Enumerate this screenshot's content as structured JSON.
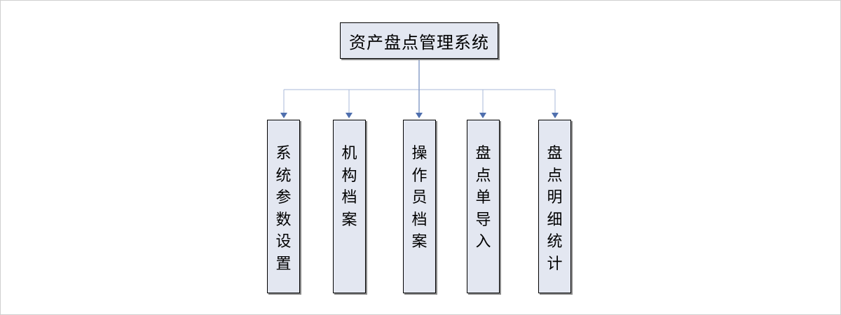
{
  "diagram": {
    "root": {
      "label": "资产盘点管理系统"
    },
    "children": [
      {
        "label": "系统参数设置"
      },
      {
        "label": "机构档案"
      },
      {
        "label": "操作员档案"
      },
      {
        "label": "盘点单导入"
      },
      {
        "label": "盘点明细统计"
      }
    ],
    "colors": {
      "connector_trunk": "#4f6fae",
      "connector_branch": "#a9b8d8",
      "node_fill": "#e3e7f1",
      "node_border": "#000000"
    }
  }
}
